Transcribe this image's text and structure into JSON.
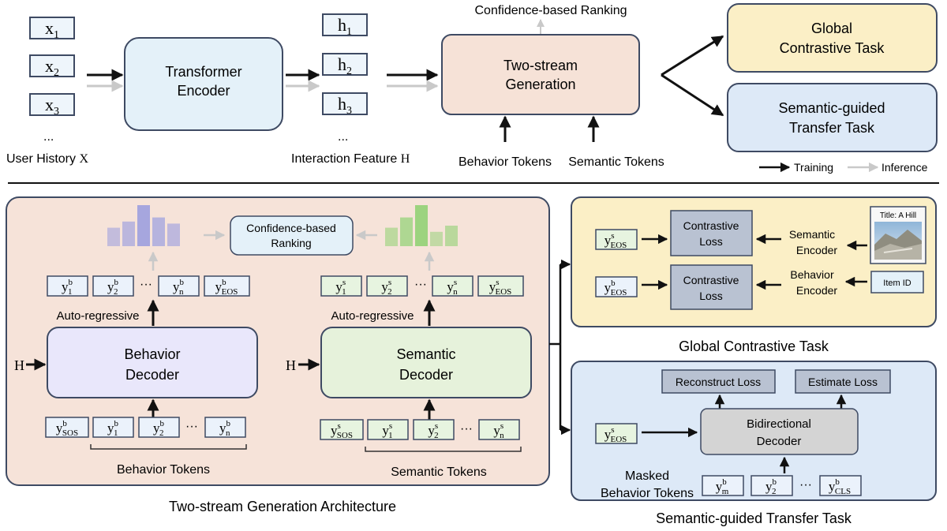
{
  "top": {
    "user_history": {
      "tokens": [
        "x",
        "x",
        "x"
      ],
      "subscripts": [
        "1",
        "2",
        "3"
      ],
      "ellipsis": "...",
      "label": "User History",
      "symbol": "X"
    },
    "encoder": {
      "line1": "Transformer",
      "line2": "Encoder"
    },
    "interaction": {
      "tokens": [
        "h",
        "h",
        "h"
      ],
      "subscripts": [
        "1",
        "2",
        "3"
      ],
      "ellipsis": "...",
      "label": "Interaction Feature",
      "symbol": "H"
    },
    "ranking_label": "Confidence-based Ranking",
    "generation": {
      "line1": "Two-stream",
      "line2": "Generation"
    },
    "behavior_tokens": "Behavior Tokens",
    "semantic_tokens": "Semantic Tokens",
    "global_task": {
      "line1": "Global",
      "line2": "Contrastive Task"
    },
    "transfer_task": {
      "line1": "Semantic-guided",
      "line2": "Transfer Task"
    },
    "legend": {
      "training": "Training",
      "inference": "Inference"
    }
  },
  "architecture": {
    "caption": "Two-stream Generation Architecture",
    "ranking": {
      "line1": "Confidence-based",
      "line2": "Ranking"
    },
    "behavior_outputs": [
      {
        "sym": "y",
        "sup": "b",
        "sub": "1"
      },
      {
        "sym": "y",
        "sup": "b",
        "sub": "2"
      },
      {
        "sym": "y",
        "sup": "b",
        "sub": "n"
      },
      {
        "sym": "y",
        "sup": "b",
        "sub": "EOS"
      }
    ],
    "semantic_outputs": [
      {
        "sym": "y",
        "sup": "s",
        "sub": "1"
      },
      {
        "sym": "y",
        "sup": "s",
        "sub": "2"
      },
      {
        "sym": "y",
        "sup": "s",
        "sub": "n"
      },
      {
        "sym": "y",
        "sup": "s",
        "sub": "EOS"
      }
    ],
    "ellipsis": "···",
    "auto_regressive": "Auto-regressive",
    "h_input": "H",
    "behavior_decoder": {
      "line1": "Behavior",
      "line2": "Decoder"
    },
    "semantic_decoder": {
      "line1": "Semantic",
      "line2": "Decoder"
    },
    "behavior_inputs": [
      {
        "sym": "y",
        "sup": "b",
        "sub": "SOS"
      },
      {
        "sym": "y",
        "sup": "b",
        "sub": "1"
      },
      {
        "sym": "y",
        "sup": "b",
        "sub": "2"
      },
      {
        "sym": "y",
        "sup": "b",
        "sub": "n"
      }
    ],
    "semantic_inputs": [
      {
        "sym": "y",
        "sup": "s",
        "sub": "SOS"
      },
      {
        "sym": "y",
        "sup": "s",
        "sub": "1"
      },
      {
        "sym": "y",
        "sup": "s",
        "sub": "2"
      },
      {
        "sym": "y",
        "sup": "s",
        "sub": "n"
      }
    ],
    "behavior_tokens": "Behavior Tokens",
    "semantic_tokens": "Semantic Tokens"
  },
  "contrastive": {
    "caption": "Global Contrastive Task",
    "semantic_eos": {
      "sym": "y",
      "sup": "s",
      "sub": "EOS"
    },
    "behavior_eos": {
      "sym": "y",
      "sup": "b",
      "sub": "EOS"
    },
    "loss1": {
      "line1": "Contrastive",
      "line2": "Loss"
    },
    "loss2": {
      "line1": "Contrastive",
      "line2": "Loss"
    },
    "semantic_encoder": {
      "line1": "Semantic",
      "line2": "Encoder"
    },
    "behavior_encoder": {
      "line1": "Behavior",
      "line2": "Encoder"
    },
    "title": "Title: A Hill",
    "item_id": "Item ID"
  },
  "transfer": {
    "caption": "Semantic-guided Transfer Task",
    "reconstruct": "Reconstruct Loss",
    "estimate": "Estimate Loss",
    "decoder": {
      "line1": "Bidirectional",
      "line2": "Decoder"
    },
    "input_eos": {
      "sym": "y",
      "sup": "s",
      "sub": "EOS"
    },
    "masked_label": {
      "line1": "Masked",
      "line2": "Behavior Tokens"
    },
    "masked_tokens": [
      {
        "sym": "y",
        "sup": "b",
        "sub": "m"
      },
      {
        "sym": "y",
        "sup": "b",
        "sub": "2"
      },
      {
        "sym": "y",
        "sup": "b",
        "sub": "CLS"
      }
    ],
    "ellipsis": "···"
  },
  "chart_data": {
    "type": "bar",
    "series": [
      {
        "values": [
          0.45,
          0.6,
          1.0,
          0.7,
          0.55
        ]
      },
      {
        "values": [
          0.45,
          0.7,
          1.0,
          0.35,
          0.5
        ]
      }
    ]
  },
  "colors": {
    "encoder_fill": "#e4f1f9",
    "generation_fill": "#f6e2d7",
    "global_fill": "#fbefc6",
    "transfer_fill": "#dde9f7",
    "architecture_bg": "#f6e3d9",
    "behavior_decoder_fill": "#e9e7fb",
    "semantic_decoder_fill": "#e6f2db",
    "behavior_token_fill": "#ebf2fb",
    "semantic_token_fill": "#e7f4e0",
    "loss_fill": "#b9c2d2",
    "border": "#3e4a63",
    "purple_bar": "#a6a6de",
    "green_bar": "#9cd37f"
  }
}
